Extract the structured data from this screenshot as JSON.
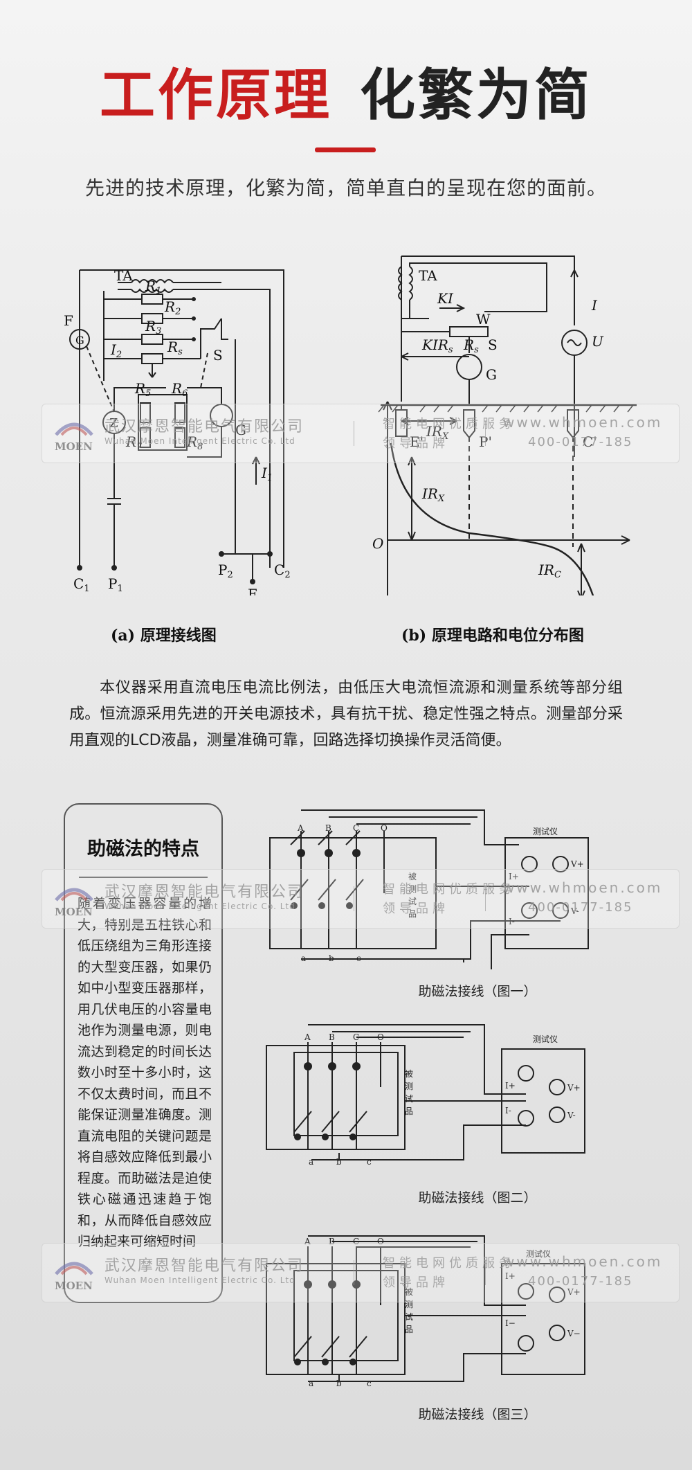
{
  "header": {
    "title_red": "工作原理",
    "title_black": "化繁为简",
    "subtitle": "先进的技术原理，化繁为简，简单直白的呈现在您的面前。"
  },
  "figure_a": {
    "caption": "(a)  原理接线图",
    "labels": [
      "TA",
      "F",
      "R1",
      "R2",
      "R3",
      "Rs",
      "S",
      "I2",
      "Z",
      "R5",
      "R6",
      "R7",
      "R8",
      "G",
      "I1",
      "C1",
      "P1",
      "P2",
      "C2",
      "E"
    ]
  },
  "figure_b": {
    "caption": "(b)  原理电路和电位分布图",
    "labels": [
      "TA",
      "KI",
      "W",
      "KIRs",
      "Rs",
      "S",
      "G",
      "I",
      "U",
      "IRx",
      "E'",
      "P'",
      "C'",
      "IRx",
      "O",
      "IRc"
    ]
  },
  "description": "本仪器采用直流电压电流比例法，由低压大电流恒流源和测量系统等部分组成。恒流源采用先进的开关电源技术，具有抗干扰、稳定性强之特点。测量部分采用直观的LCD液晶，测量准确可靠，回路选择切换操作灵活简便。",
  "sidebar": {
    "title": "助磁法的特点",
    "text": "随着变压器容量的增大，特别是五柱铁心和低压绕组为三角形连接的大型变压器，如果仍如中小型变压器那样，用几伏电压的小容量电池作为测量电源，则电流达到稳定的时间长达数小时至十多小时，这不仅太费时间，而且不能保证测量准确度。测直流电阻的关键问题是将自感效应降低到最小程度。而助磁法是迫使铁心磁通迅速趋于饱和，从而降低自感效应归纳起来可缩短时间"
  },
  "wiring": [
    {
      "caption": "助磁法接线（图一）",
      "instrument": "测试仪",
      "device": [
        "被",
        "测",
        "试",
        "品"
      ],
      "high": [
        "A",
        "B",
        "C",
        "O"
      ],
      "low": [
        "a",
        "b",
        "c"
      ],
      "terminals": [
        "I+",
        "V+",
        "I-",
        "V-"
      ]
    },
    {
      "caption": "助磁法接线（图二）",
      "instrument": "测试仪",
      "device": [
        "被",
        "测",
        "试",
        "品"
      ],
      "high": [
        "A",
        "B",
        "C",
        "O"
      ],
      "low": [
        "a",
        "b",
        "c"
      ],
      "terminals": [
        "I+",
        "V+",
        "I-",
        "V-"
      ]
    },
    {
      "caption": "助磁法接线（图三）",
      "instrument": "测试仪",
      "device": [
        "被",
        "测",
        "试",
        "品"
      ],
      "high": [
        "A",
        "B",
        "C",
        "O"
      ],
      "low": [
        "a",
        "b",
        "c"
      ],
      "terminals": [
        "I+",
        "V+",
        "I−",
        "V−"
      ]
    }
  ],
  "watermark": {
    "company": "武汉摩恩智能电气有限公司",
    "company_en": "Wuhan Moen Intelligent Electric Co. Ltd",
    "slogan1": "智能电网优质服务",
    "slogan2": "领导品牌",
    "url": "www.whmoen.com",
    "tel": "400-0177-185",
    "logo_text": "MOEN"
  }
}
